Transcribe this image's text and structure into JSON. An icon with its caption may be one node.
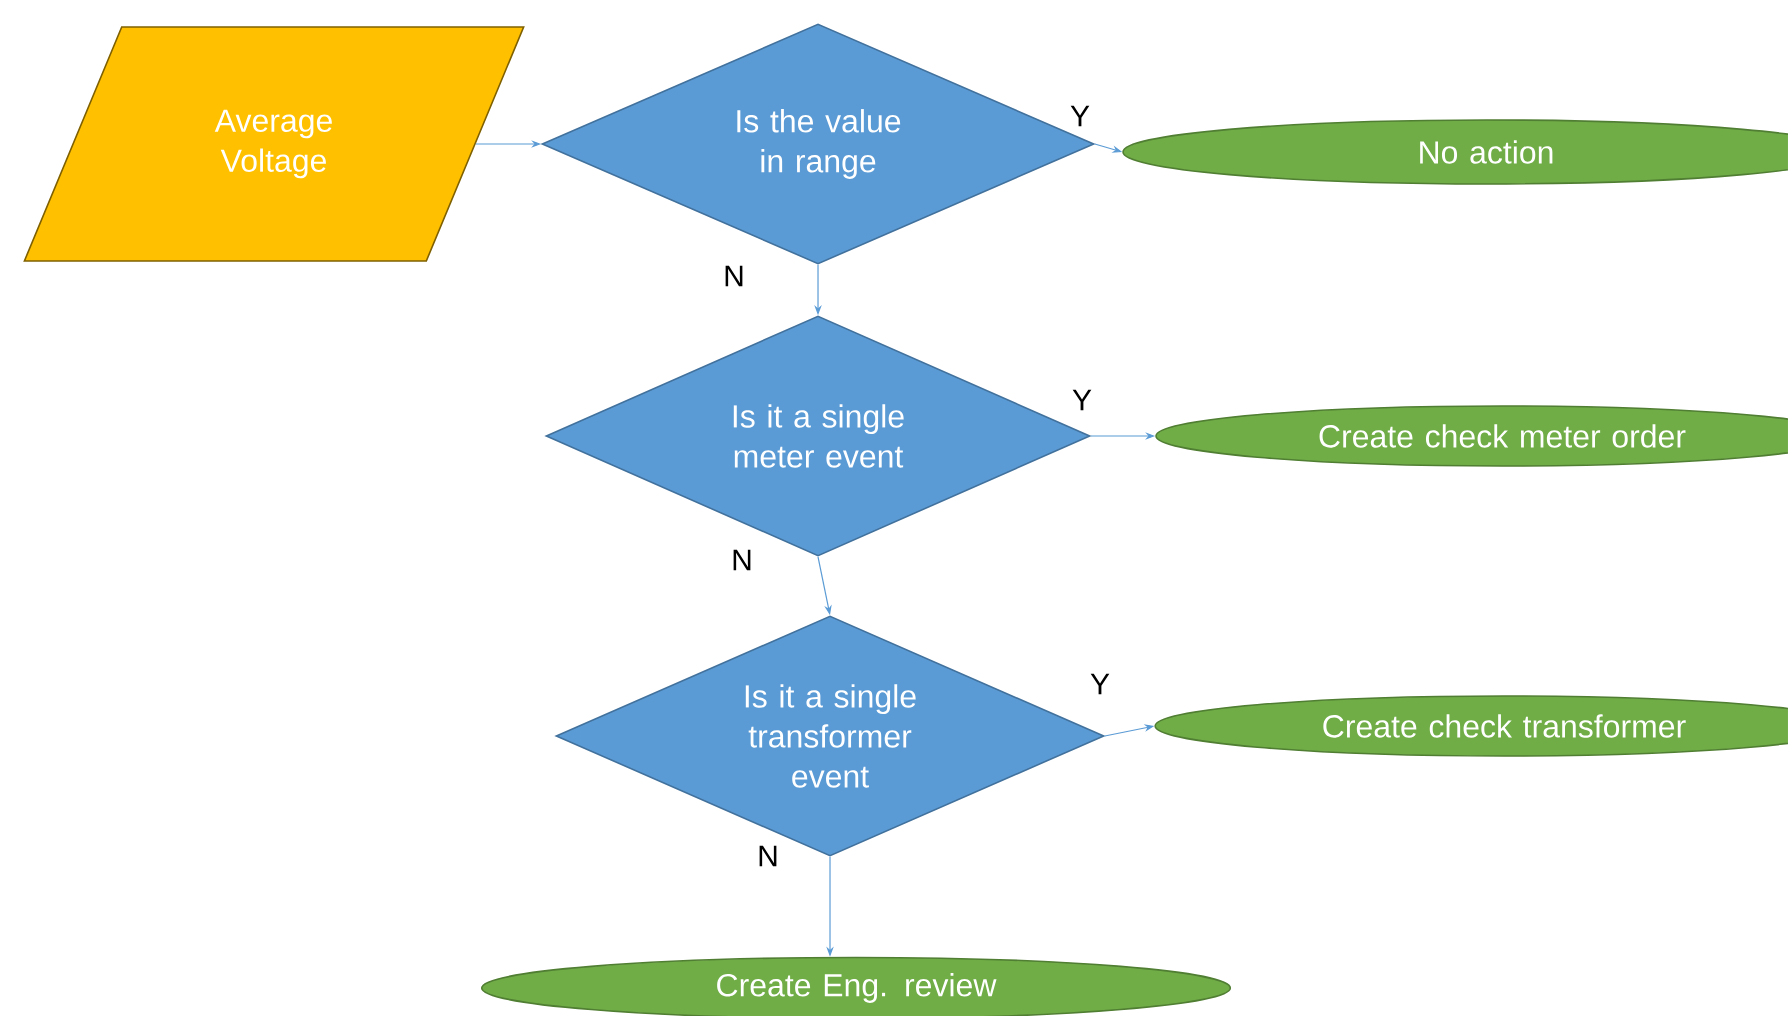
{
  "diagram": {
    "nodes": [
      {
        "text": [
          "Average Voltage"
        ]
      },
      {
        "text": [
          "Is the value in range"
        ]
      },
      {
        "text": [
          "No action"
        ]
      },
      {
        "text": [
          "Is it a single meter event"
        ]
      },
      {
        "text": [
          "Create check meter order"
        ]
      },
      {
        "text": [
          "Is it a single transformer event"
        ]
      },
      {
        "text": [
          "Create check transformer"
        ]
      },
      {
        "text": [
          "Create Eng. review"
        ]
      }
    ],
    "edges": [
      {
        "from": 0,
        "to": 1,
        "arrow": "to"
      },
      {
        "from": 1,
        "to": 2,
        "arrow": "to",
        "label": "Y"
      },
      {
        "from": 1,
        "to": 3,
        "arrow": "to",
        "label": "N"
      },
      {
        "from": 3,
        "to": 4,
        "arrow": "to",
        "label": "Y"
      },
      {
        "from": 3,
        "to": 5,
        "arrow": "to",
        "label": "N"
      },
      {
        "from": 5,
        "to": 6,
        "arrow": "to",
        "label": "Y"
      },
      {
        "from": 5,
        "to": 7,
        "arrow": "to",
        "label": "N"
      }
    ]
  }
}
